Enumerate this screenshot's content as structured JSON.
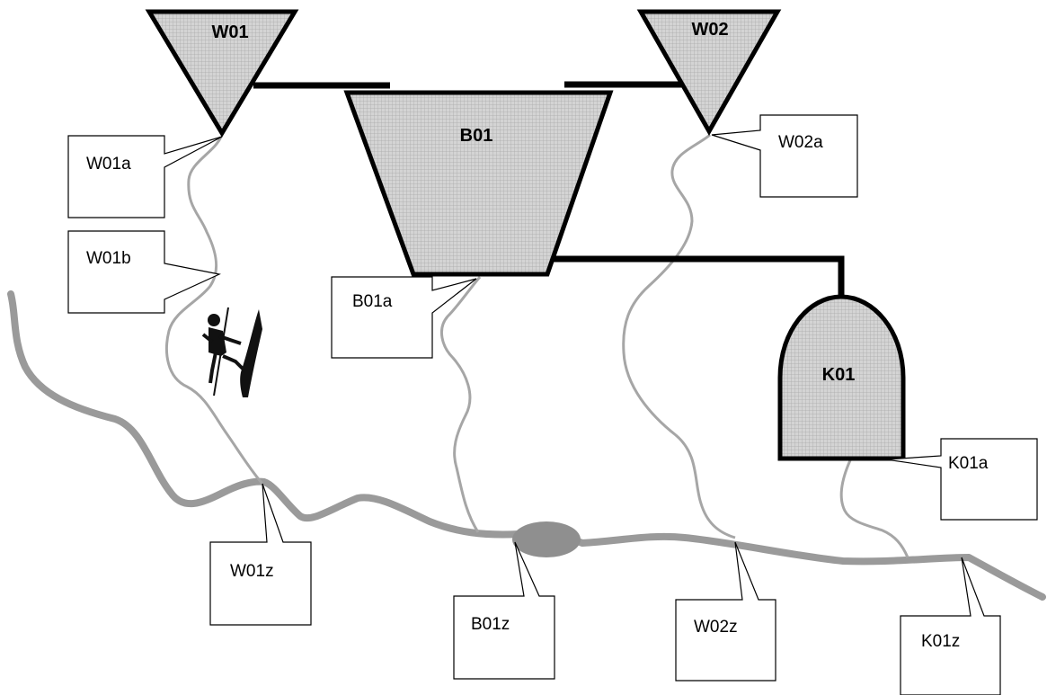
{
  "nodes": {
    "w01": {
      "name": "W01",
      "shape": "inverted-triangle"
    },
    "w02": {
      "name": "W02",
      "shape": "inverted-triangle"
    },
    "b01": {
      "name": "B01",
      "shape": "trapezoid"
    },
    "k01": {
      "name": "K01",
      "shape": "arch"
    }
  },
  "callouts": {
    "w01a": "W01a",
    "w01b": "W01b",
    "w02a": "W02a",
    "b01a": "B01a",
    "k01a": "K01a",
    "w01z": "W01z",
    "b01z": "B01z",
    "w02z": "W02z",
    "k01z": "K01z"
  },
  "icons": {
    "climber": "climber-icon"
  },
  "colors": {
    "node_fill": "#c8c8c8",
    "node_stroke": "#000000",
    "main_river": "#9a9a9a",
    "tributary": "#a6a6a6",
    "connector": "#000000"
  }
}
